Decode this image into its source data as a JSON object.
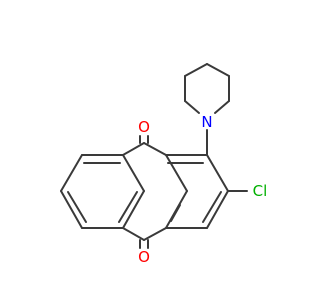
{
  "atom_labels": {
    "oxygen_top": "O",
    "oxygen_bottom": "O",
    "nitrogen": "N",
    "chlorine": "Cl"
  },
  "colors": {
    "bond": "#3a3a3a",
    "oxygen": "#ff0000",
    "nitrogen": "#0000ff",
    "chlorine": "#00b000",
    "background": "#ffffff"
  }
}
